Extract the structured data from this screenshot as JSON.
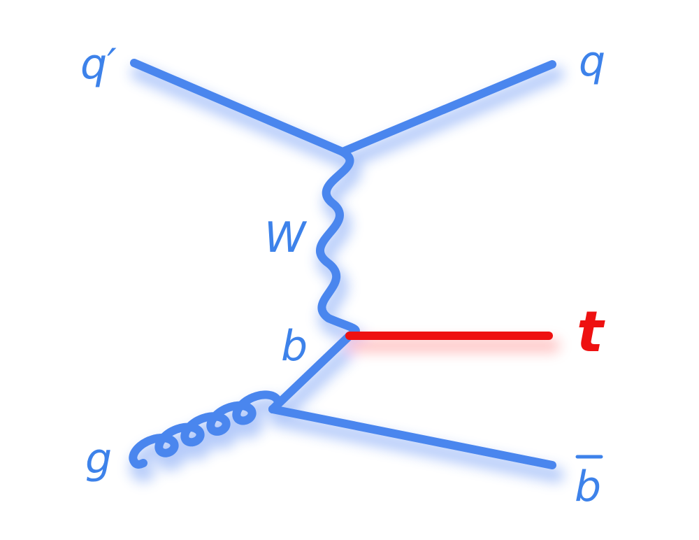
{
  "labels": {
    "q_prime": "q′",
    "q": "q",
    "w": "W",
    "b": "b",
    "t": "t",
    "g": "g",
    "bbar": "b"
  },
  "colors": {
    "line": "#4a86ee",
    "label": "#3d82ea",
    "top": "#ee1111",
    "glow_blue": "#2f6cf0",
    "glow_red": "#ff5a5a"
  }
}
